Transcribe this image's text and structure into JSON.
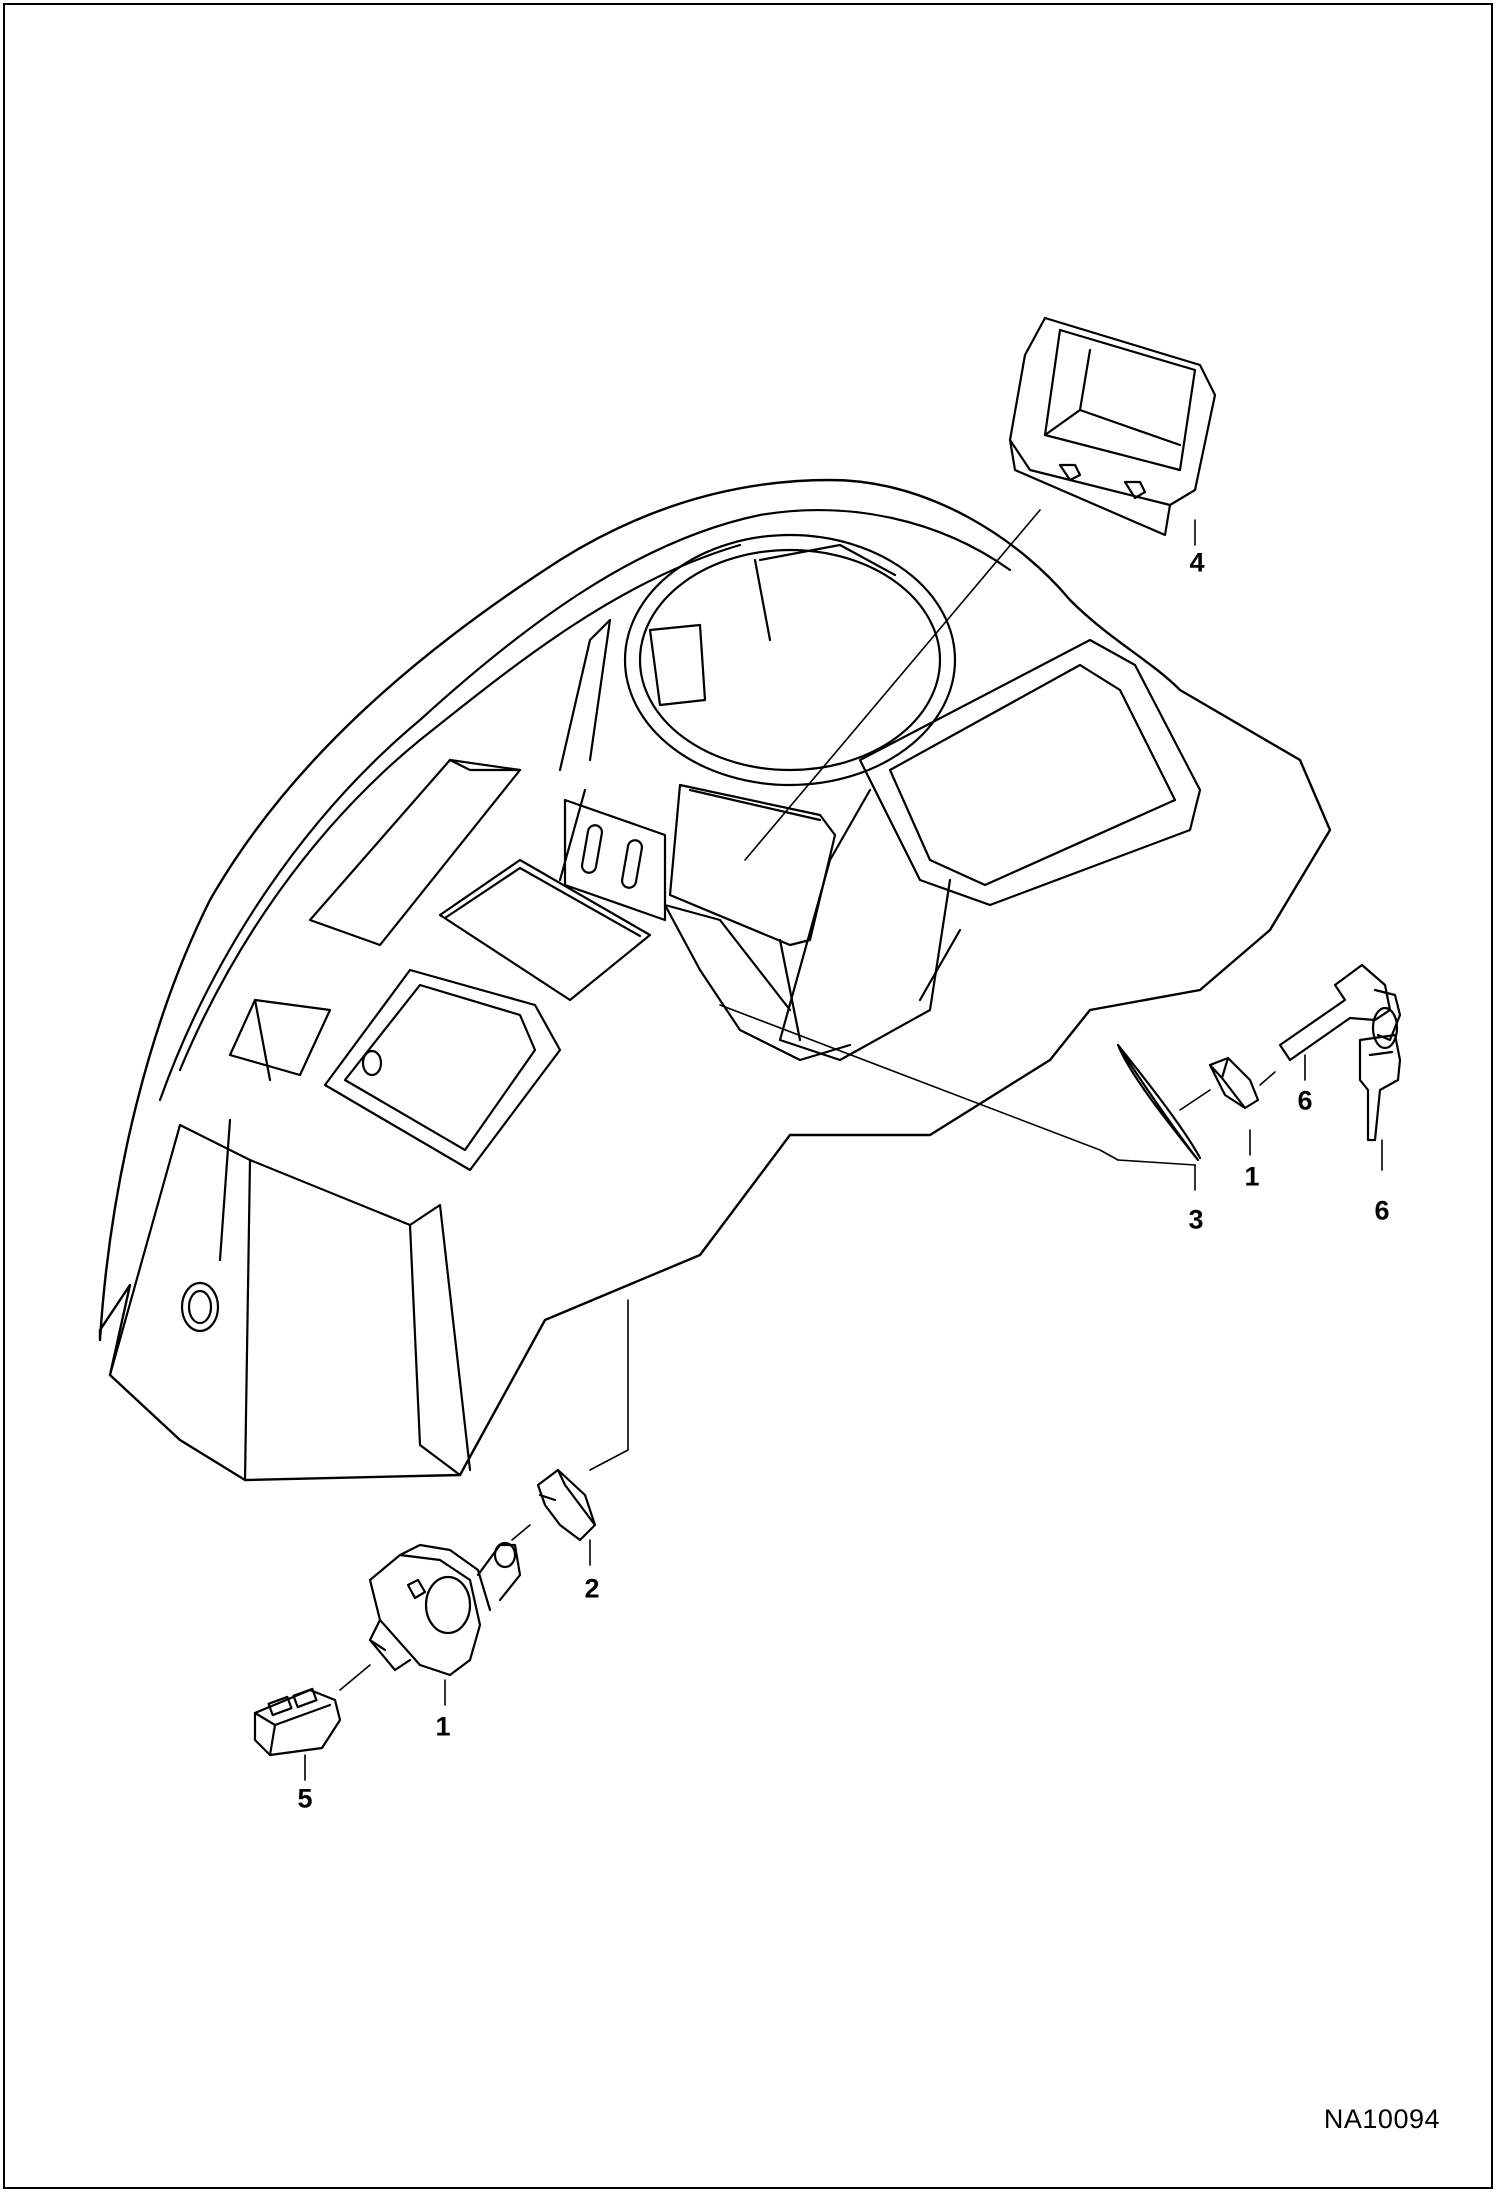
{
  "diagram": {
    "figure_id": "NA10094",
    "callouts": [
      {
        "id": "c-4",
        "label": "4"
      },
      {
        "id": "c-3",
        "label": "3"
      },
      {
        "id": "c-1a",
        "label": "1"
      },
      {
        "id": "c-6a",
        "label": "6"
      },
      {
        "id": "c-6b",
        "label": "6"
      },
      {
        "id": "c-2",
        "label": "2"
      },
      {
        "id": "c-1b",
        "label": "1"
      },
      {
        "id": "c-5",
        "label": "5"
      }
    ]
  },
  "colors": {
    "ink": "#000000",
    "paper": "#ffffff"
  }
}
